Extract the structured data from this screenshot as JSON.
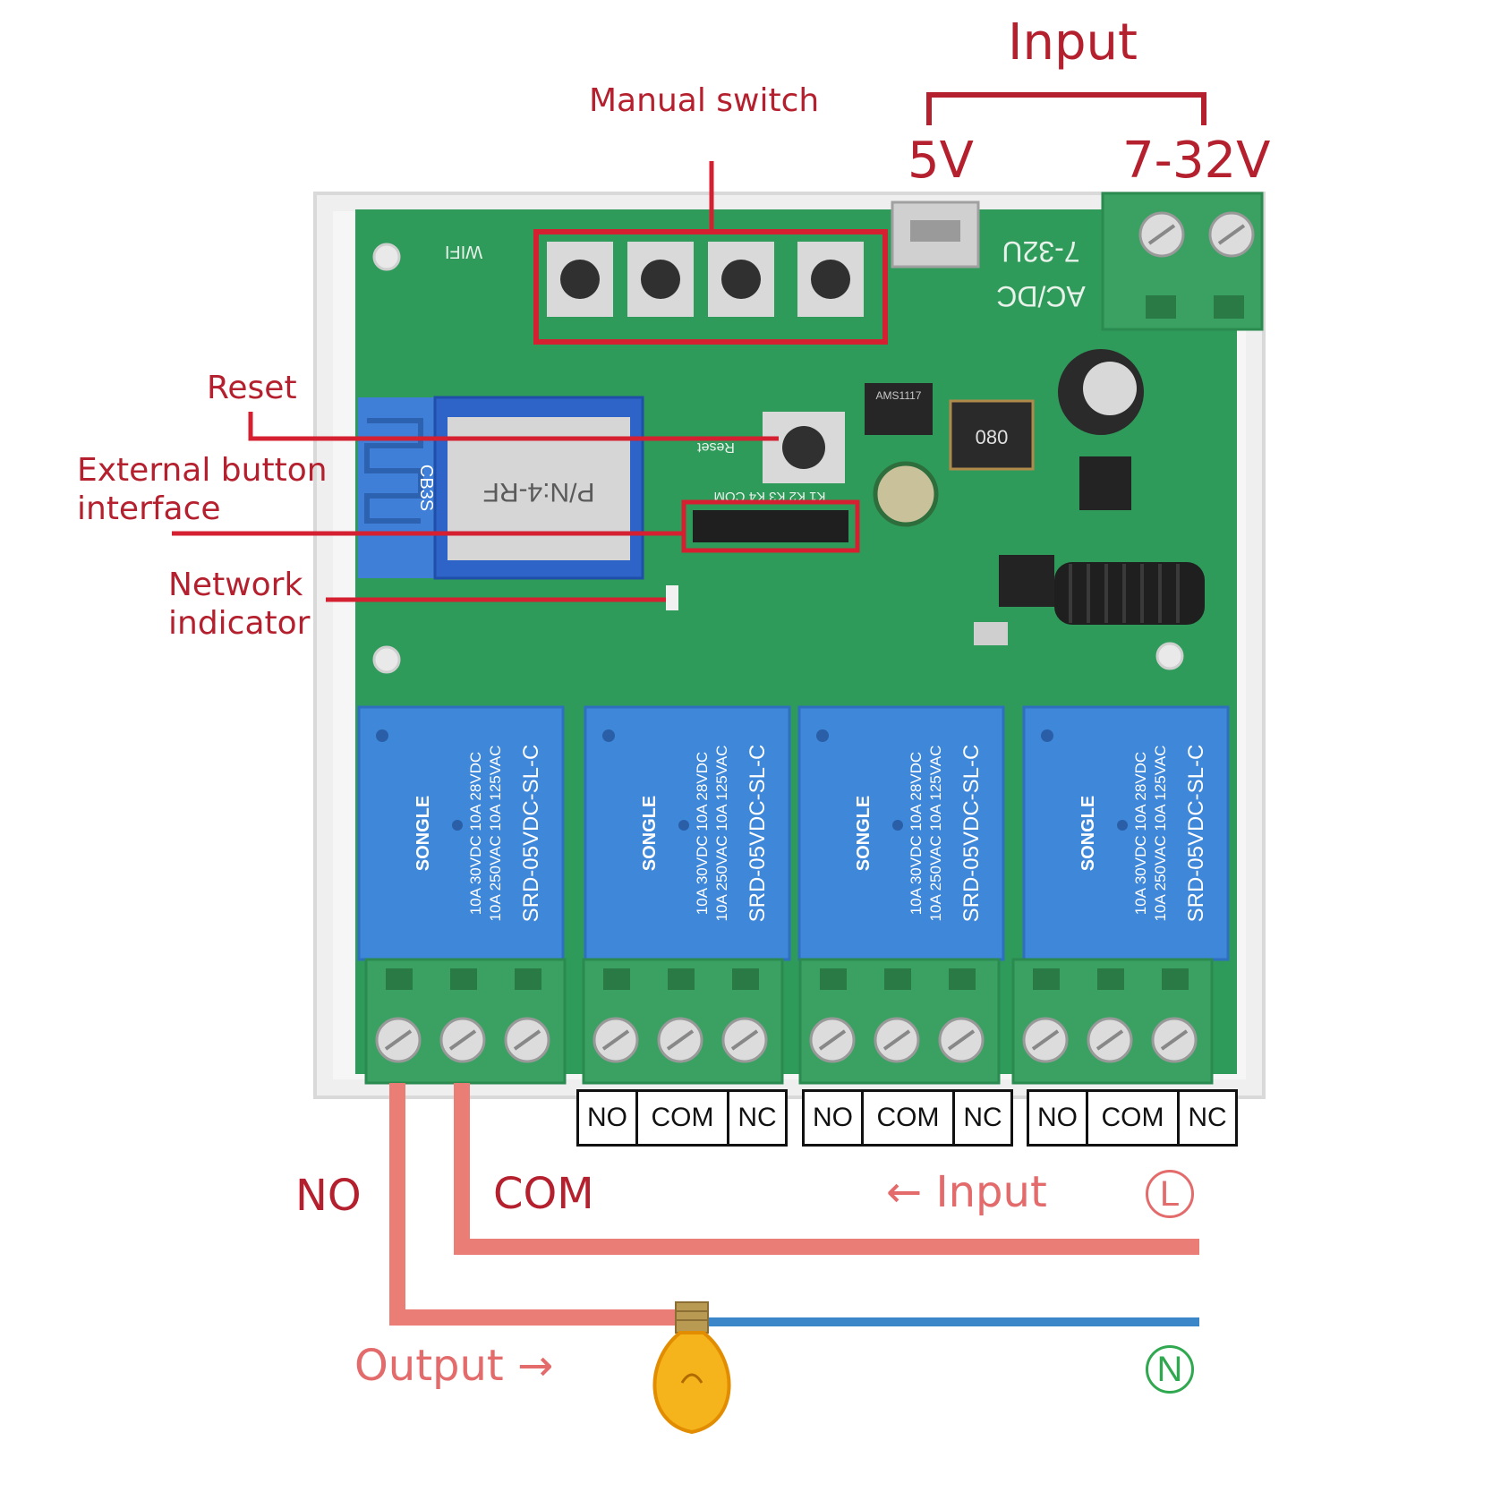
{
  "labels": {
    "input_top": "Input",
    "manual_switch": "Manual switch",
    "v5": "5V",
    "v7_32": "7-32V",
    "reset": "Reset",
    "external_button": "External button\ninterface",
    "network_indicator": "Network\nindicator",
    "no": "NO",
    "com": "COM",
    "input_arrow": "← Input",
    "output_arrow": "Output →",
    "l_symbol": "L",
    "n_symbol": "N"
  },
  "board": {
    "wifi_silk": "WIFI",
    "module_name": "CB3S",
    "module_text": "P/N:4-RF",
    "reset_silk": "Reset",
    "header_silk": "K1 K2 K3 K4 COM",
    "acdc_silk": "AC/DC",
    "voltage_silk": "7-32U",
    "ic_text": "AMS1117",
    "inductor_text": "080",
    "relays": [
      {
        "brand": "SONGLE",
        "model": "SRD-05VDC-SL-C",
        "rating1": "10A 250VAC 10A 125VAC",
        "rating2": "10A 30VDC 10A 28VDC"
      },
      {
        "brand": "SONGLE",
        "model": "SRD-05VDC-SL-C",
        "rating1": "10A 250VAC 10A 125VAC",
        "rating2": "10A 30VDC 10A 28VDC"
      },
      {
        "brand": "SONGLE",
        "model": "SRD-05VDC-SL-C",
        "rating1": "10A 250VAC 10A 125VAC",
        "rating2": "10A 30VDC 10A 28VDC"
      },
      {
        "brand": "SONGLE",
        "model": "SRD-05VDC-SL-C",
        "rating1": "10A 250VAC 10A 125VAC",
        "rating2": "10A 30VDC 10A 28VDC"
      }
    ]
  },
  "terminal_tables": [
    {
      "no": "NO",
      "com": "COM",
      "nc": "NC"
    },
    {
      "no": "NO",
      "com": "COM",
      "nc": "NC"
    },
    {
      "no": "NO",
      "com": "COM",
      "nc": "NC"
    }
  ],
  "colors": {
    "label_red": "#b5202e",
    "wire_pink": "#ea7e76",
    "wire_blue": "#3a86c8",
    "board_green": "#2f9b5a",
    "relay_blue": "#3f87d8",
    "terminal_green": "#3aa162",
    "neutral_green": "#2fa84f"
  }
}
